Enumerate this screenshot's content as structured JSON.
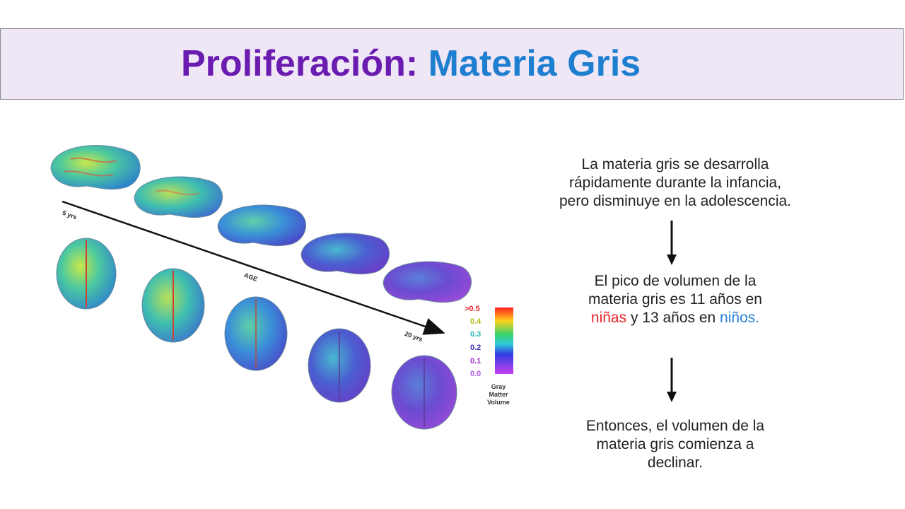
{
  "title": {
    "part1": "Proliferación:",
    "part2": "Materia Gris"
  },
  "figure": {
    "start_label": "5 yrs",
    "middle_label": "AGE",
    "end_label": "20 yrs",
    "scale": {
      "labels": [
        ">0.5",
        "0.4",
        "0.3",
        "0.2",
        "0.1",
        "0.0"
      ],
      "colors": [
        "#e8232b",
        "#b9b91a",
        "#2ab5b5",
        "#3a2fb5",
        "#9b2fc9",
        "#b05be0"
      ]
    },
    "caption_line1": "Gray",
    "caption_line2": "Matter",
    "caption_line3": "Volume"
  },
  "text": {
    "block1_line1": "La materia gris se desarrolla",
    "block1_line2": "rápidamente durante la infancia,",
    "block1_line3": "pero disminuye en la adolescencia.",
    "block2_line1": "El pico de volumen de la",
    "block2_line2": "materia gris es 11 años en",
    "block2_girls": "niñas",
    "block2_mid": " y 13 años en ",
    "block2_boys": "niños.",
    "block3_line1": "Entonces, el volumen de la",
    "block3_line2": "materia gris comienza a",
    "block3_line3": "declinar."
  }
}
